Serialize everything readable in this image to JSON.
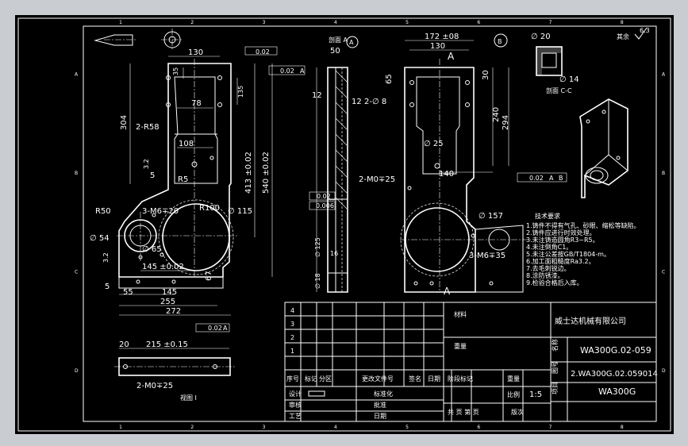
{
  "sheet": {
    "column_marks": [
      "1",
      "2",
      "3",
      "4",
      "5",
      "6",
      "7",
      "8"
    ],
    "row_marks": [
      "A",
      "B",
      "C",
      "D"
    ]
  },
  "main_view": {
    "dims": {
      "top_width": "130",
      "d35": "35",
      "d78": "78",
      "d135": "135",
      "d304": "304",
      "r58": "2-R58",
      "d108": "108",
      "d5": "5",
      "d32a": "3.2",
      "r5": "R5",
      "d413": "413 ±0.02",
      "d540": "540 ±0.02",
      "flat1": "0.02",
      "flat2": "0.02",
      "r50": "R50",
      "m6": "3-M6∓20",
      "r100": "R100",
      "d115": "∅ 115",
      "d54": "∅ 54",
      "d65": "∅ 65",
      "d32b": "3.2",
      "d145": "145 ±0.02",
      "d67": "67",
      "d5b": "5",
      "d55": "55",
      "d145b": "145",
      "d255": "255",
      "d272": "272",
      "perp": "0.02"
    },
    "datum_a": "A",
    "datum_b": "B"
  },
  "side_view": {
    "label": "剖面 A",
    "dims": {
      "d50": "50",
      "d12": "12",
      "d12b": "12",
      "par1": "0.02",
      "par2": "0.006",
      "d125": "∅ 125",
      "d18": "∅ 18",
      "d16": "16"
    }
  },
  "right_view": {
    "dims": {
      "d172": "172 ±08",
      "d130": "130",
      "d65": "65",
      "d8": "2-∅ 8",
      "d30": "30",
      "d240": "240",
      "d294": "294",
      "d25": "∅ 25",
      "d140": "140",
      "m0": "2-M0∓25",
      "perp": "0.02",
      "d157": "∅ 157",
      "m6": "3-M6∓35"
    },
    "callout": "B",
    "section_mark": "A"
  },
  "detail_c": {
    "d20": "∅ 20",
    "d14": "∅ 14",
    "label": "剖面 C-C"
  },
  "corner_note": "其余",
  "corner_finish": "6.3",
  "tech_req": {
    "title": "技术要求",
    "lines": [
      "1.铸件不得有气孔、砂眼、缩松等缺陷。",
      "2.铸件应进行时效处理。",
      "3.未注铸造圆角R3~R5。",
      "4.未注倒角C1。",
      "5.未注公差按GB/T1804-m。",
      "6.加工面粗糙度Ra3.2。",
      "7.去毛刺锐边。",
      "8.涂防锈漆。",
      "9.检验合格后入库。"
    ]
  },
  "bottom_view": {
    "d20": "20",
    "d215": "215 ±0.15",
    "m0": "2-M0∓25",
    "label": "视图 I"
  },
  "title_block": {
    "rev_rows": [
      "4",
      "3",
      "2",
      "1"
    ],
    "headers": [
      "序号",
      "标记",
      "分区",
      "更改文件号",
      "签名",
      "日期"
    ],
    "material_label": "材料",
    "weight_label": "重量",
    "company": "威士达机械有限公司",
    "part_name": "WA300G.02-059",
    "drawing_no": "2.WA300G.02.059014",
    "project": "WA300G",
    "stage_label": "阶段标记",
    "weight_col": "重量",
    "scale_label": "比例",
    "scale": "1:5",
    "sheet_label": "共 页 第 页",
    "version_label": "版次",
    "roles": [
      "设计",
      "审核",
      "工艺",
      "标准化",
      "批准",
      "日期"
    ],
    "side_labels": [
      "名称",
      "图号",
      "项目"
    ]
  }
}
